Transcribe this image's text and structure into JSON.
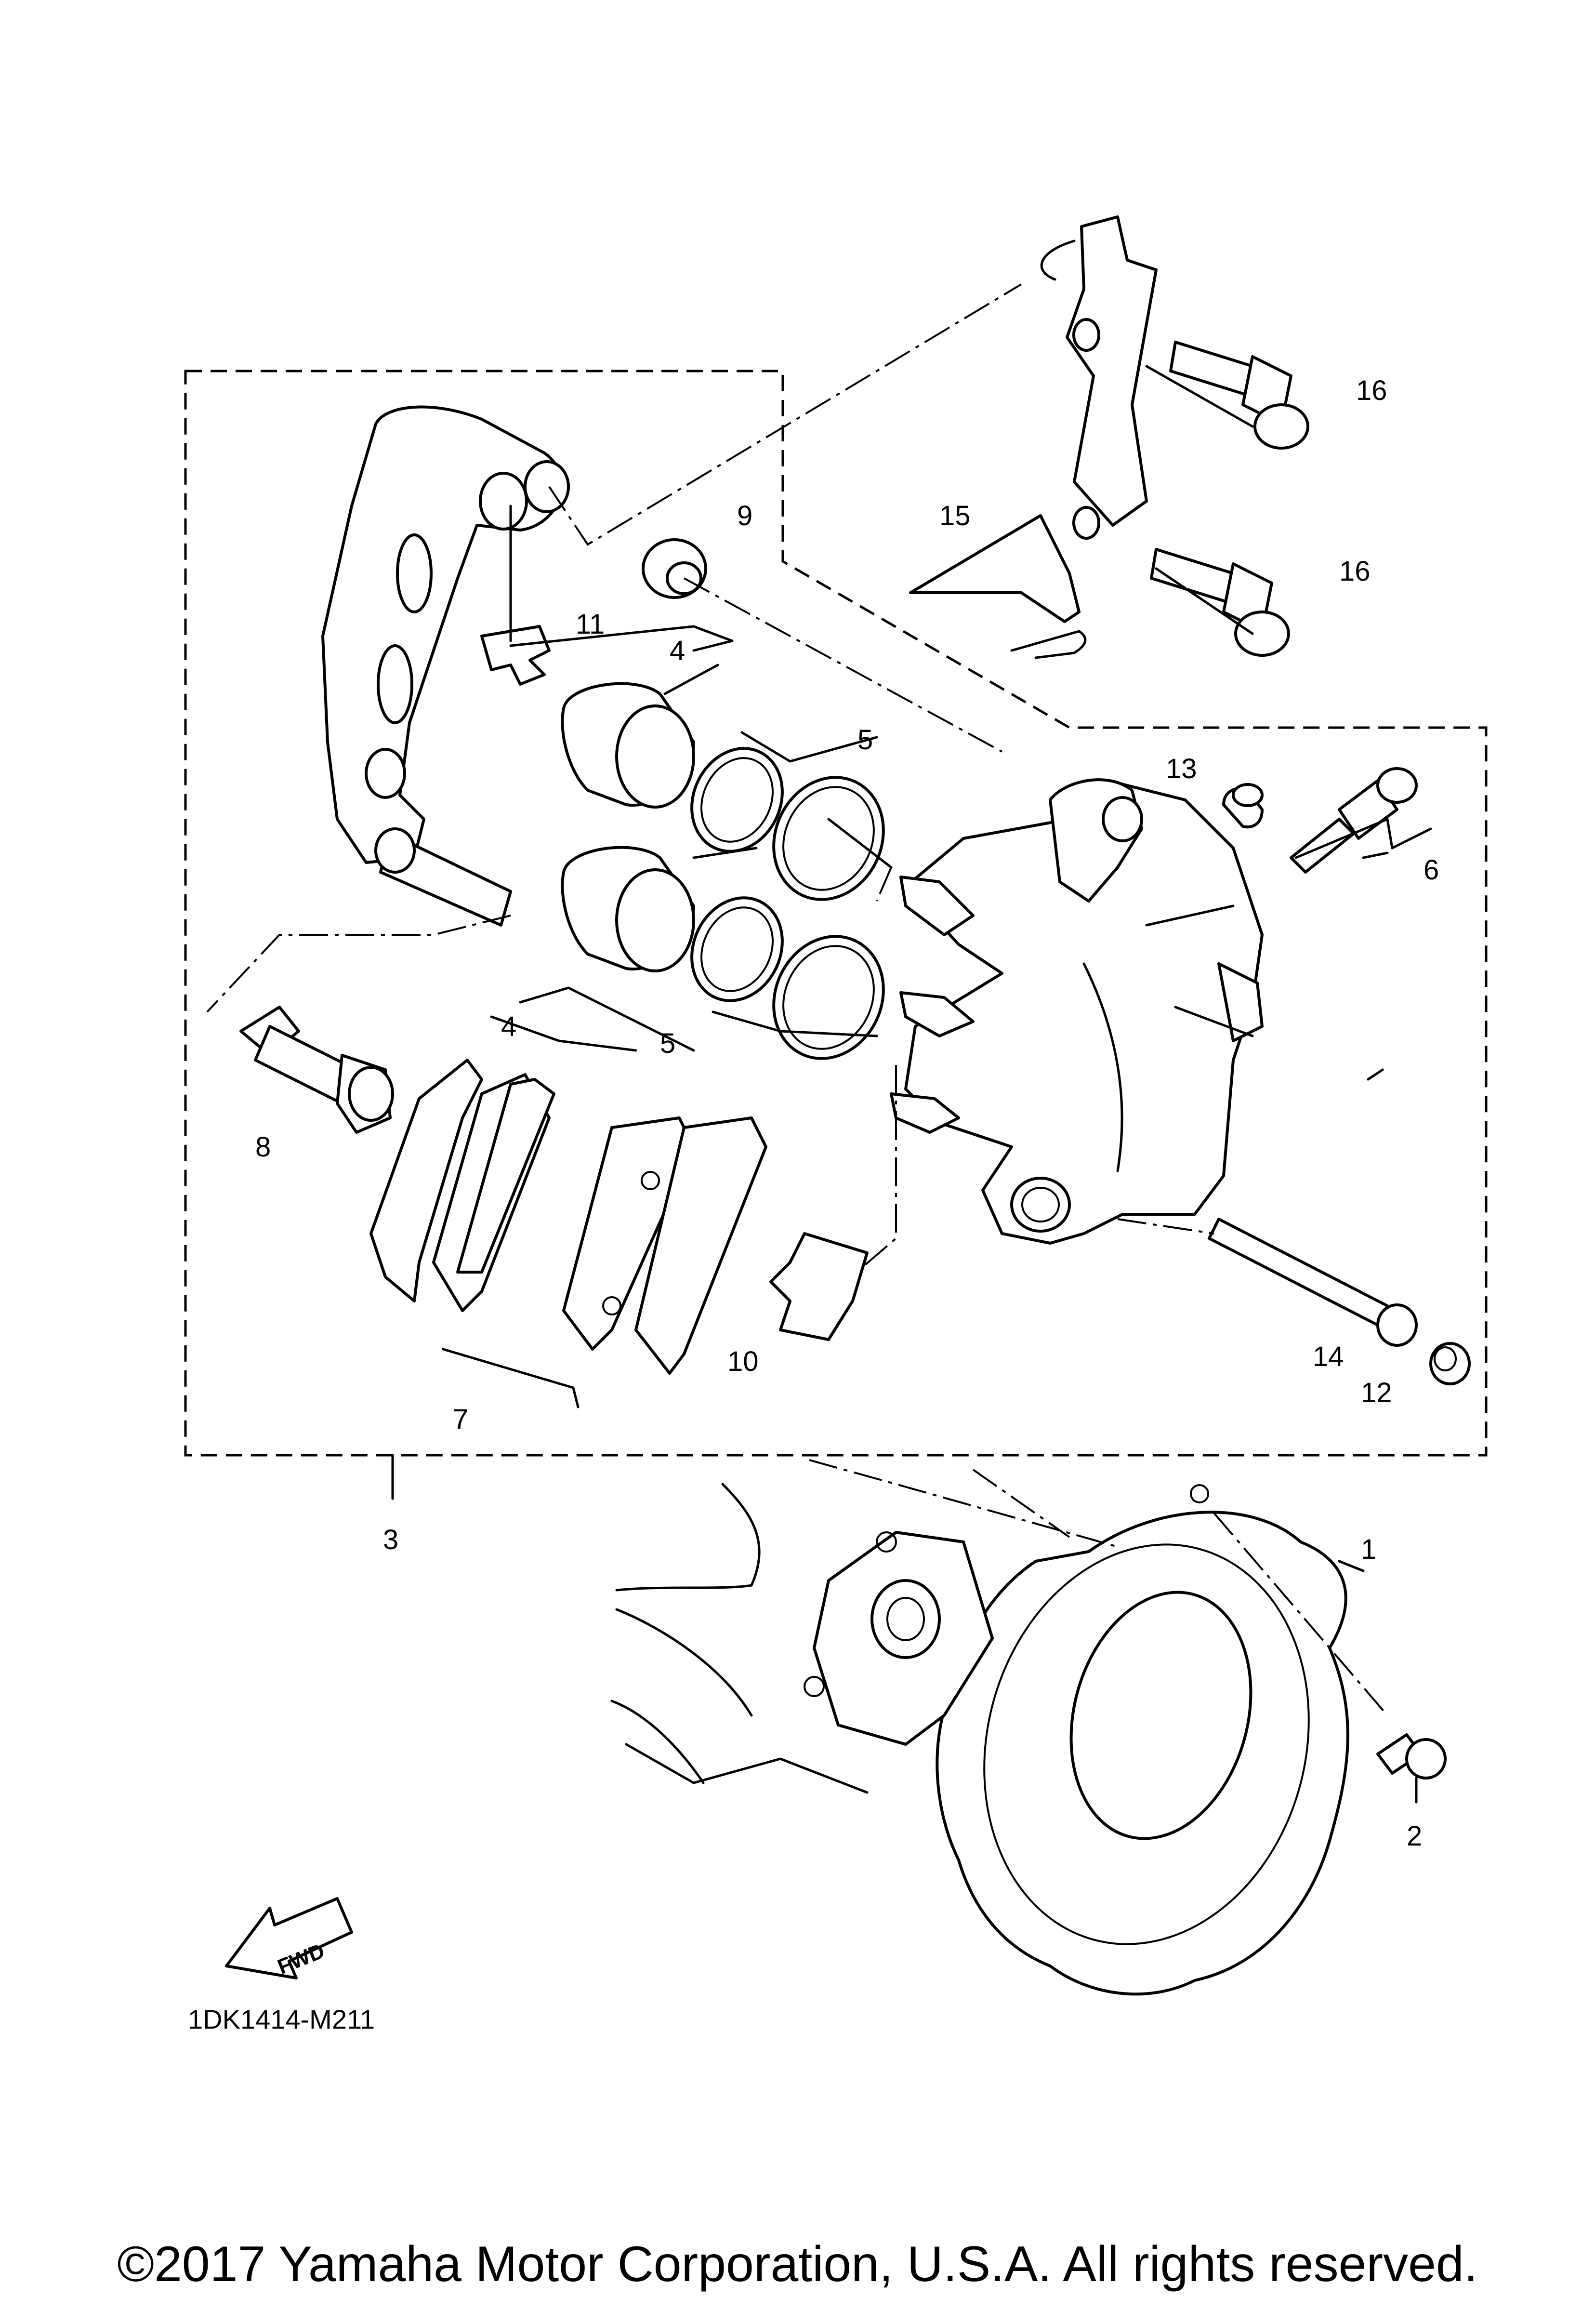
{
  "diagram": {
    "callouts": [
      "1",
      "2",
      "3",
      "4",
      "4",
      "5",
      "5",
      "6",
      "7",
      "8",
      "9",
      "10",
      "11",
      "12",
      "13",
      "14",
      "15",
      "16",
      "16"
    ],
    "fwd_label": "FWD",
    "drawing_code": "1DK1414-M211"
  },
  "footer": {
    "copyright": "©2017 Yamaha Motor Corporation, U.S.A. All rights reserved."
  }
}
